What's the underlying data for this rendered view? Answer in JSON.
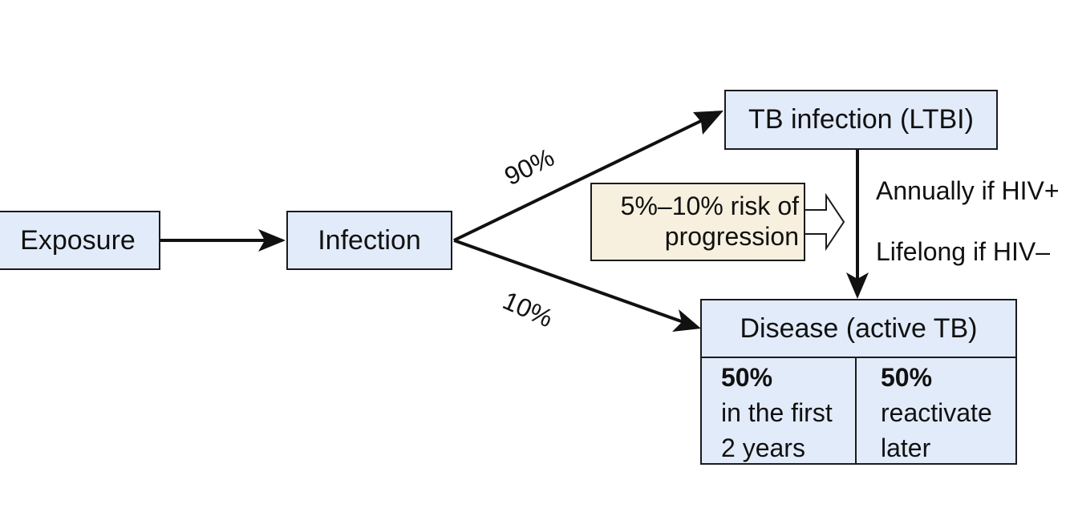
{
  "nodes": {
    "exposure": "Exposure",
    "infection": "Infection",
    "ltbi": "TB infection (LTBI)",
    "disease": "Disease (active TB)"
  },
  "edges": {
    "to_ltbi_pct": "90%",
    "to_disease_pct": "10%"
  },
  "risk_note": {
    "line1": "5%–10% risk of",
    "line2": "progression"
  },
  "ltbi_labels": {
    "hiv_pos": "Annually if HIV+",
    "hiv_neg": "Lifelong if HIV–"
  },
  "disease_split": {
    "left": {
      "pct": "50%",
      "line1": "in the first",
      "line2": "2 years"
    },
    "right": {
      "pct": "50%",
      "line1": "reactivate",
      "line2": "later"
    }
  },
  "colors": {
    "node_fill": "#e2ebf9",
    "note_fill": "#f7f0df",
    "stroke": "#1b1b1b"
  }
}
